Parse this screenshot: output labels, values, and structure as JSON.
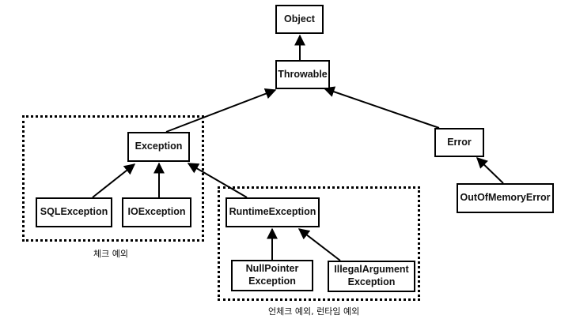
{
  "nodes": {
    "object": "Object",
    "throwable": "Throwable",
    "exception": "Exception",
    "error": "Error",
    "sql_exception": "SQLException",
    "io_exception": "IOException",
    "runtime_exception": "RuntimeException",
    "out_of_memory_error": "OutOfMemoryError",
    "null_pointer_exception": "NullPointer\nException",
    "illegal_argument_exception": "IllegalArgument\nException"
  },
  "groups": {
    "checked_label": "체크 예외",
    "unchecked_label": "언체크 예외, 런타임 예외"
  },
  "colors": {
    "stroke": "#000000",
    "background": "#ffffff"
  }
}
